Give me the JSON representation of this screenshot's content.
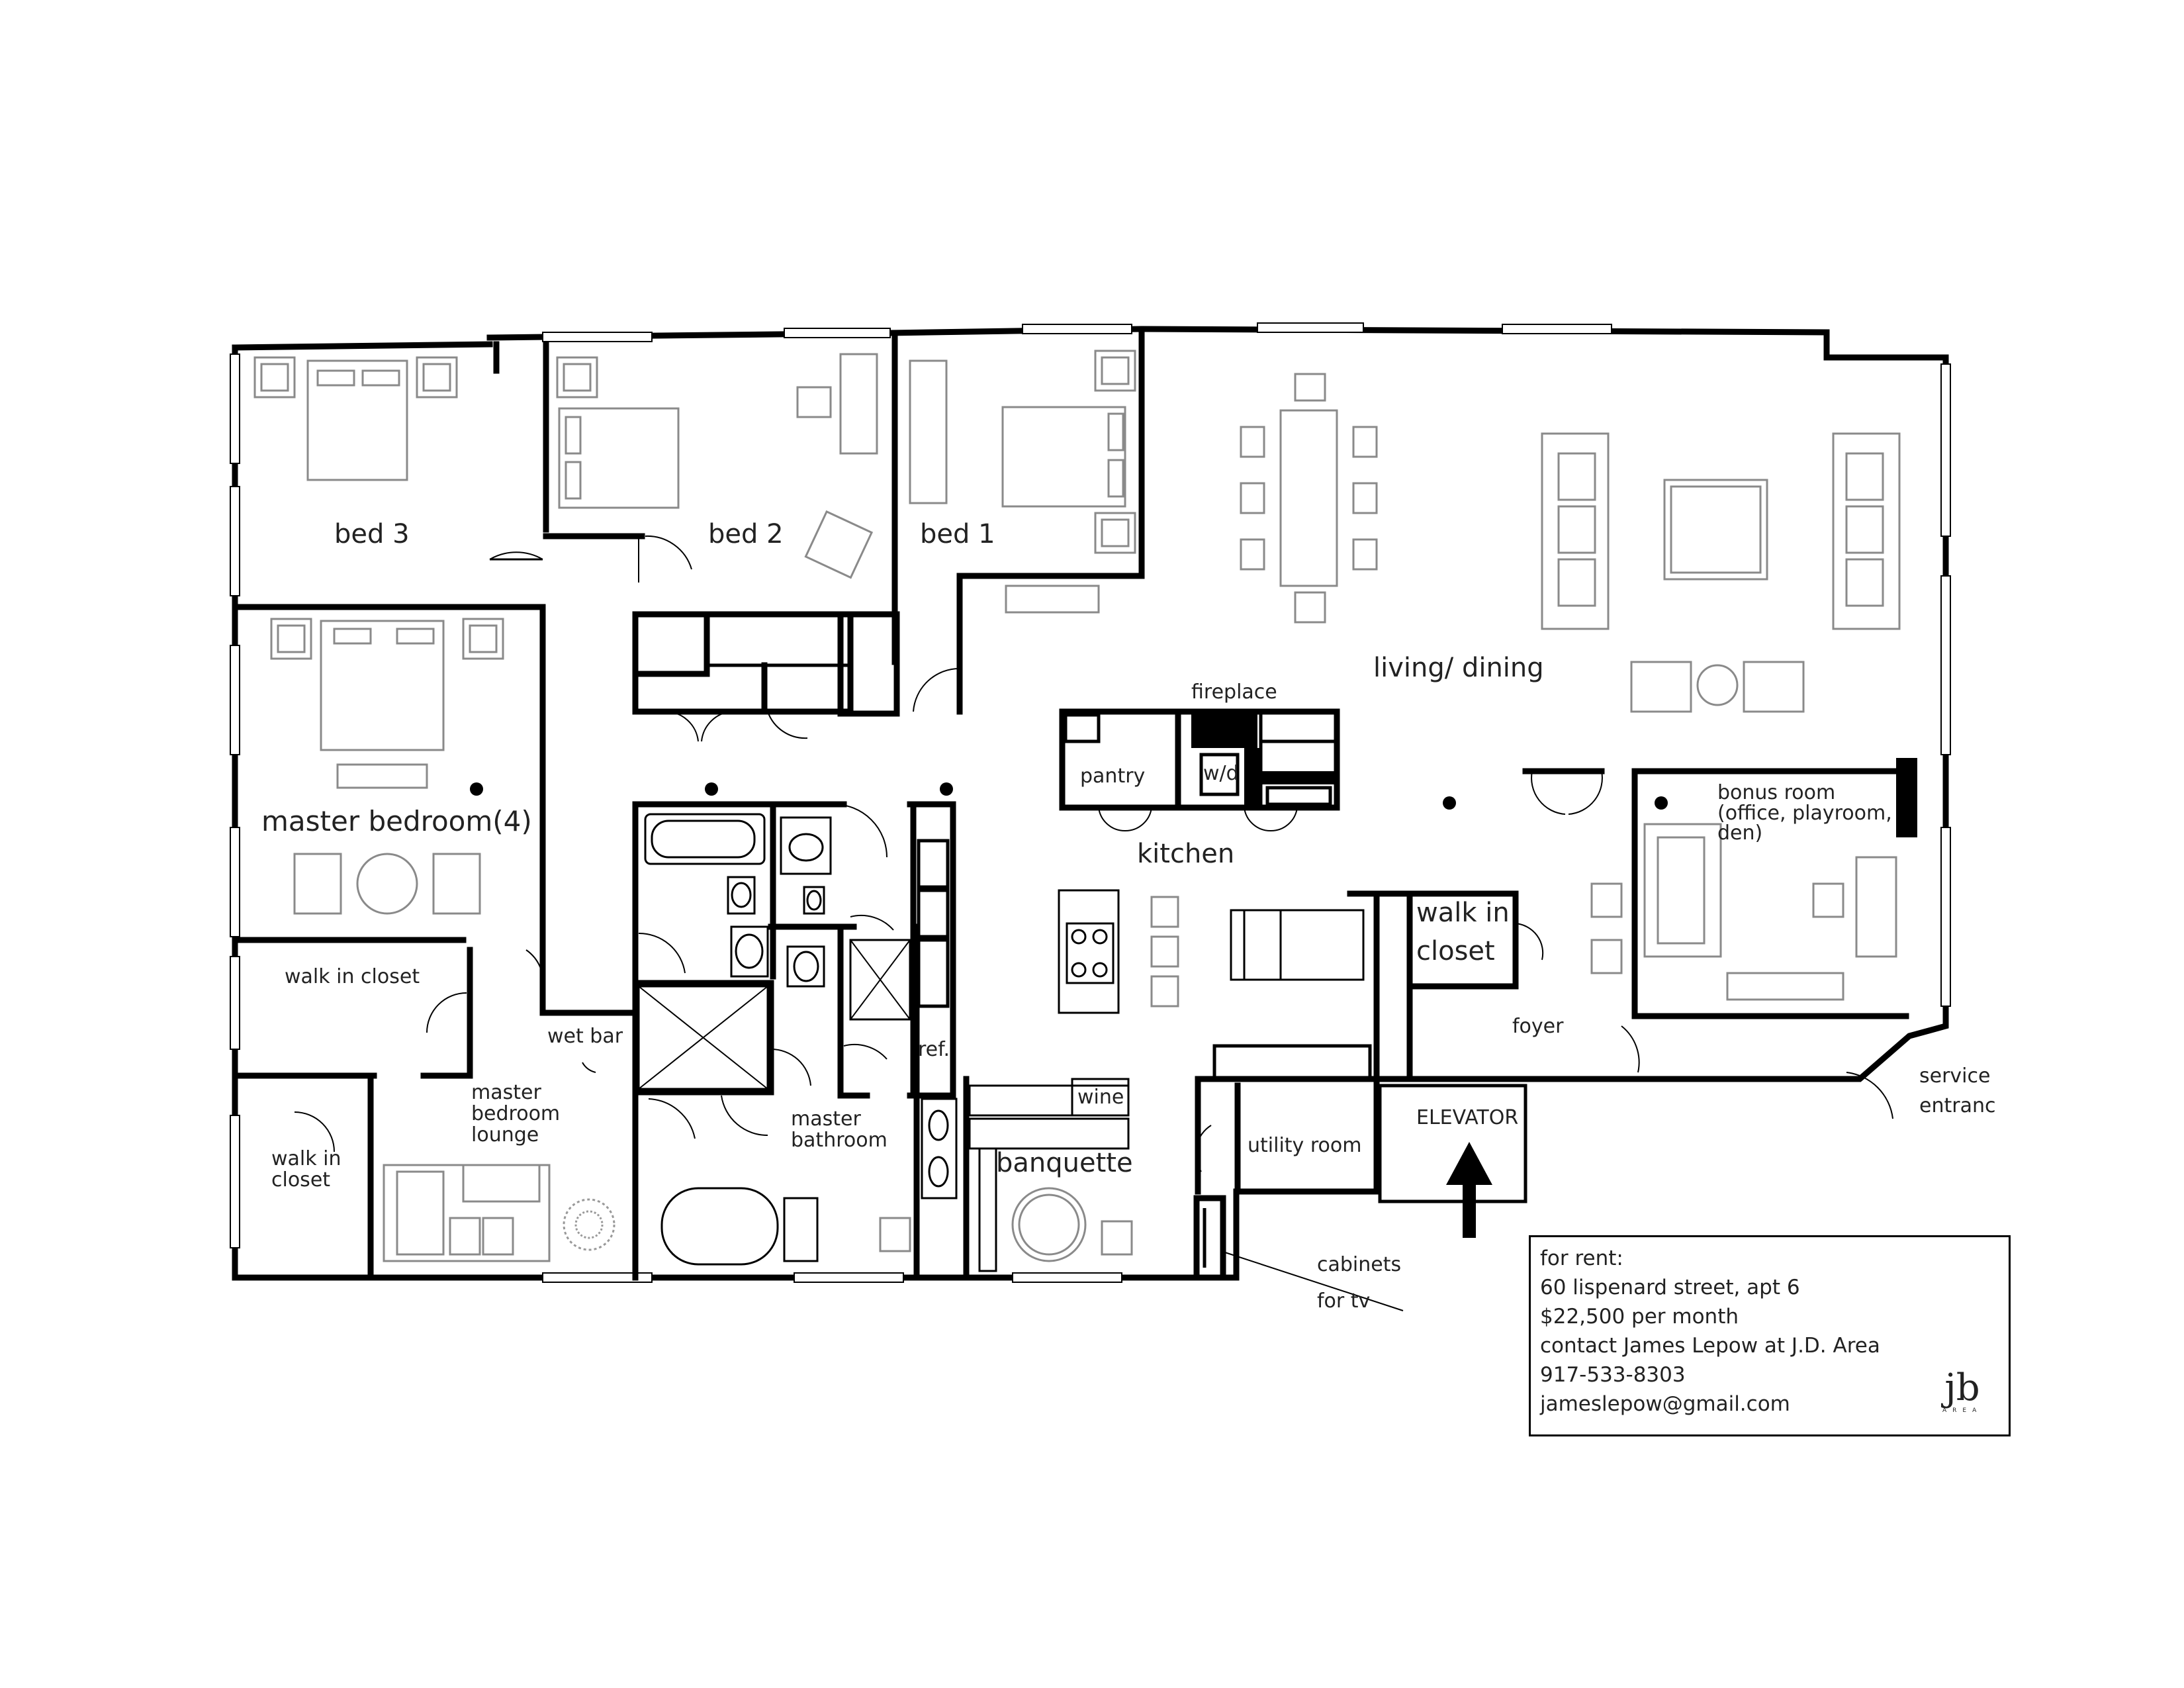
{
  "rooms": {
    "bed3": "bed 3",
    "bed2": "bed 2",
    "bed1": "bed 1",
    "master_bedroom": "master bedroom(4)",
    "walk_in_closet_1": "walk in closet",
    "walk_in_closet_2_line1": "walk in",
    "walk_in_closet_2_line2": "closet",
    "master_lounge_line1": "master",
    "master_lounge_line2": "bedroom",
    "master_lounge_line3": "lounge",
    "wet_bar": "wet bar",
    "master_bathroom_line1": "master",
    "master_bathroom_line2": "bathroom",
    "ref": "ref.",
    "wine": "wine",
    "banquette": "banquette",
    "pantry": "pantry",
    "wd": "w/d",
    "fireplace": "fireplace",
    "kitchen": "kitchen",
    "living_dining": "living/ dining",
    "bonus_line1": "bonus room",
    "bonus_line2": "(office, playroom,",
    "bonus_line3": "den)",
    "walk_in_closet_3_line1": "walk in",
    "walk_in_closet_3_line2": "closet",
    "foyer": "foyer",
    "utility_room": "utility room",
    "elevator": "ELEVATOR",
    "service_line1": "service",
    "service_line2": "entranc",
    "cabinets_line1": "cabinets",
    "cabinets_line2": "for tv"
  },
  "listing": {
    "line1": "for rent:",
    "line2": "60 lispenard street, apt 6",
    "line3": "$22,500 per month",
    "line4": "contact James Lepow at J.D. Area",
    "line5": "917-533-8303",
    "line6": "jameslepow@gmail.com"
  },
  "logo": {
    "mark": "jb",
    "tagline": "AREA"
  }
}
